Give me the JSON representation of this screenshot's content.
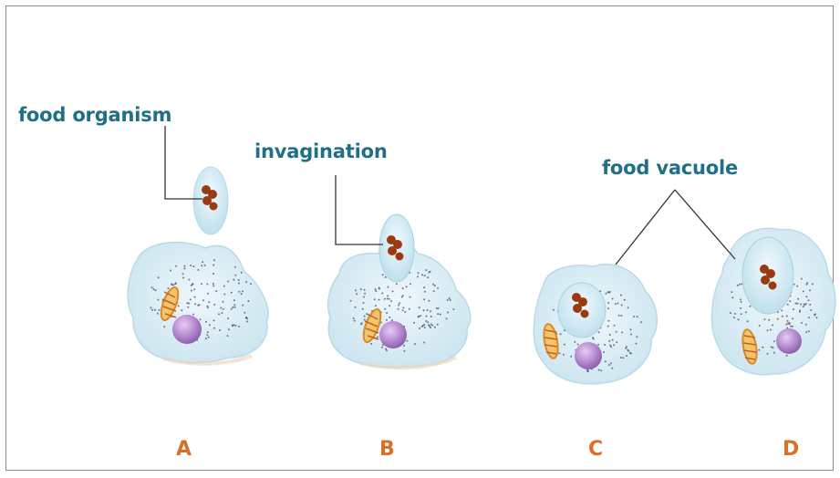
{
  "labels": {
    "food_organism": "food organism",
    "invagination": "invagination",
    "food_vacuole": "food vacuole"
  },
  "stages": [
    "A",
    "B",
    "C",
    "D"
  ],
  "colors": {
    "label_text": "#1f6f86",
    "stage_letter": "#d9702a",
    "cell_body": "#cfe8f3",
    "vacuole": "#bfe1ee",
    "nucleus": "#b58ad0",
    "food": "#9a3a12",
    "mitochondrion": "#d98a2c",
    "granules": "#4a4a66"
  }
}
